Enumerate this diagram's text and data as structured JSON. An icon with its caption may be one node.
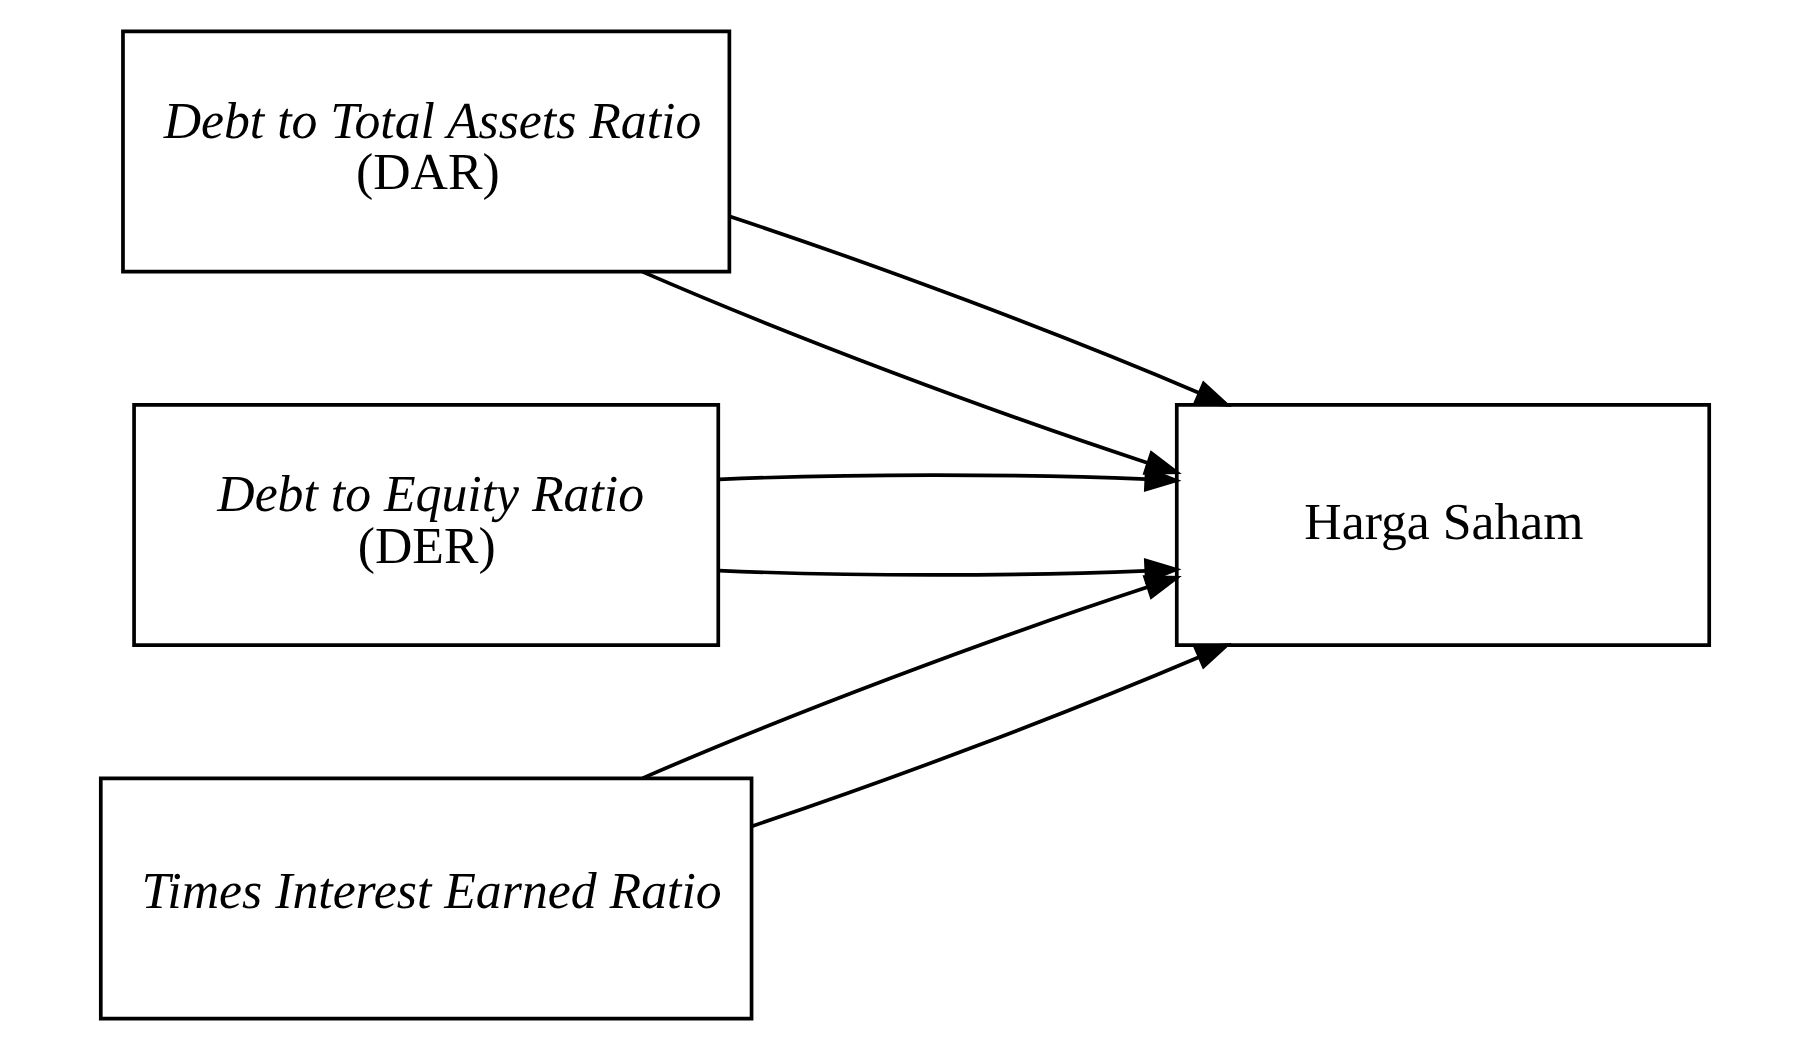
{
  "diagram": {
    "nodes": [
      {
        "text": [
          "*Debt to Total Assets Ratio* (DAR)"
        ]
      },
      {
        "text": [
          "*Debt to Equity Ratio* (DER)"
        ]
      },
      {
        "text": [
          "Times Interest Earned Ratio"
        ]
      },
      {
        "text": [
          "Harga Saham"
        ]
      }
    ],
    "edges": [
      {
        "from": 0,
        "to": 3,
        "arrow": "to"
      },
      {
        "from": 1,
        "to": 3,
        "arrow": "to"
      },
      {
        "from": 2,
        "to": 3,
        "arrow": "to"
      },
      {
        "from": 0,
        "to": 3,
        "arrow": "to"
      },
      {
        "from": 1,
        "to": 3,
        "arrow": "to"
      },
      {
        "from": 2,
        "to": 3,
        "arrow": "to"
      }
    ]
  }
}
